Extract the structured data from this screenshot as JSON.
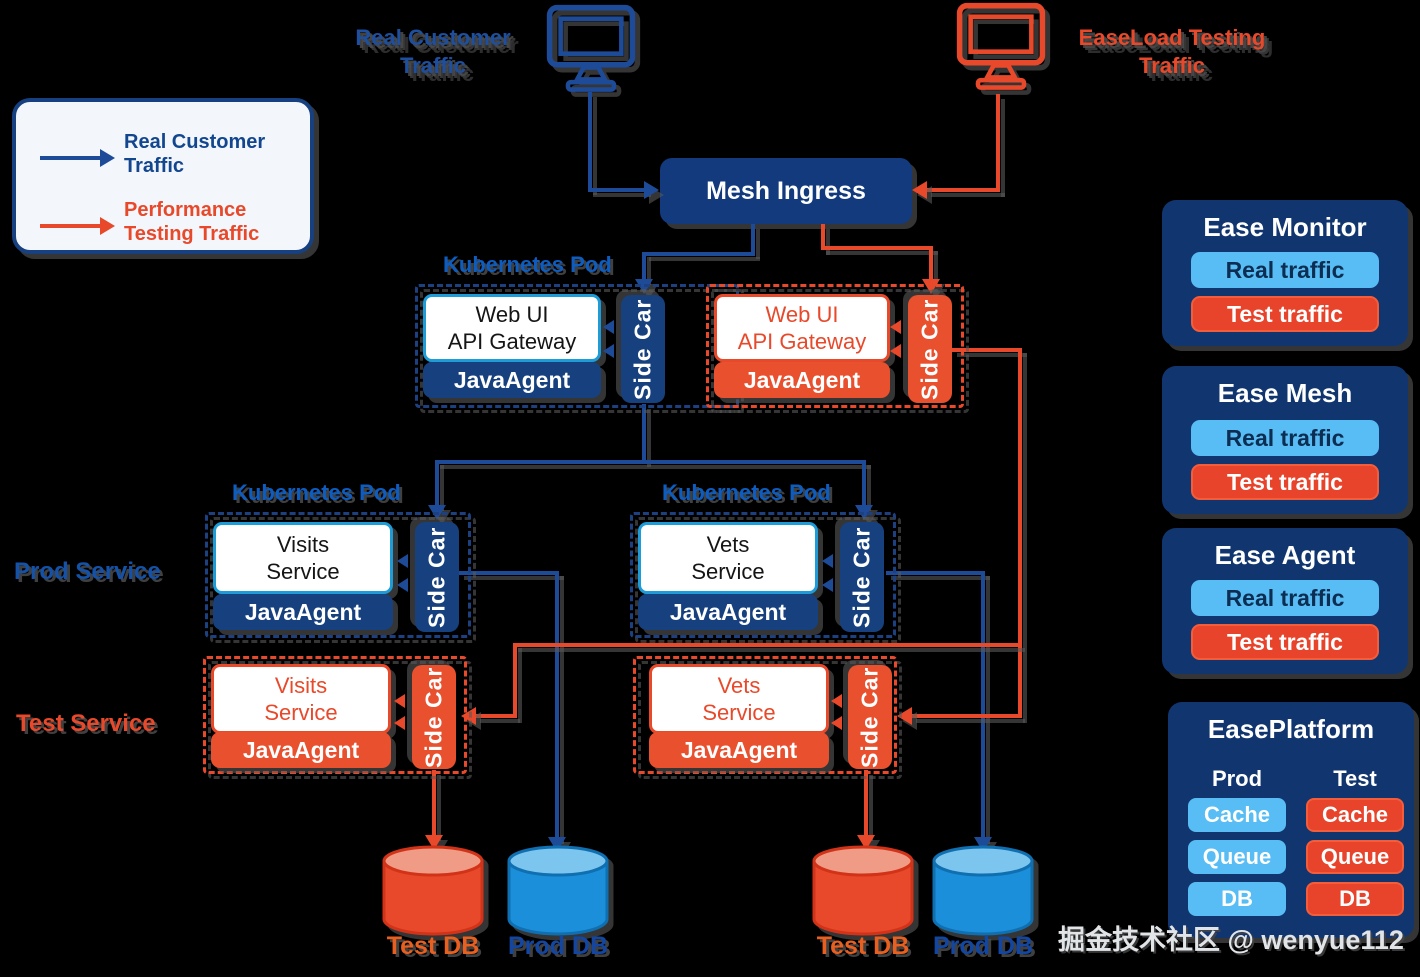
{
  "legend": {
    "real": "Real Customer\nTraffic",
    "test": "Performance\nTesting Traffic"
  },
  "sources": {
    "real": "Real Customer\nTraffic",
    "test": "EaseLoad Testing\nTraffic"
  },
  "mesh": {
    "title": "Mesh Ingress"
  },
  "labels": {
    "pod": "Kubernetes Pod",
    "prod_service": "Prod Service",
    "test_service": "Test Service",
    "sidecar": "Side Car",
    "agent": "JavaAgent"
  },
  "pods": {
    "gateway_prod": {
      "name": "Web UI\nAPI Gateway"
    },
    "gateway_test": {
      "name": "Web UI\nAPI Gateway"
    },
    "visits_prod": {
      "name": "Visits\nService"
    },
    "vets_prod": {
      "name": "Vets\nService"
    },
    "visits_test": {
      "name": "Visits\nService"
    },
    "vets_test": {
      "name": "Vets\nService"
    }
  },
  "databases": {
    "test": "Test DB",
    "prod": "Prod DB"
  },
  "panels": [
    {
      "title": "Ease Monitor",
      "real": "Real traffic",
      "test": "Test traffic"
    },
    {
      "title": "Ease Mesh",
      "real": "Real traffic",
      "test": "Test traffic"
    },
    {
      "title": "Ease Agent",
      "real": "Real traffic",
      "test": "Test traffic"
    }
  ],
  "platform": {
    "title": "EasePlatform",
    "columns": [
      "Prod",
      "Test"
    ],
    "prod_items": [
      "Cache",
      "Queue",
      "DB"
    ],
    "test_items": [
      "Cache",
      "Queue",
      "DB"
    ]
  },
  "watermark": "掘金技术社区 @ wenyue112",
  "colors": {
    "background": "#000000",
    "navy_panel": "#11366f",
    "navy_box": "#123a7d",
    "navy_agent": "#17417e",
    "blue_line": "#1e4b97",
    "blue_label": "#0d5dc1",
    "light_blue_button": "#57bdf4",
    "service_border_blue": "#1e9cd8",
    "orange": "#e8492a",
    "cylinder_blue": "#1b8fd9",
    "cylinder_blue_top": "#7cc5ee",
    "cylinder_orange_top": "#f09b85"
  }
}
